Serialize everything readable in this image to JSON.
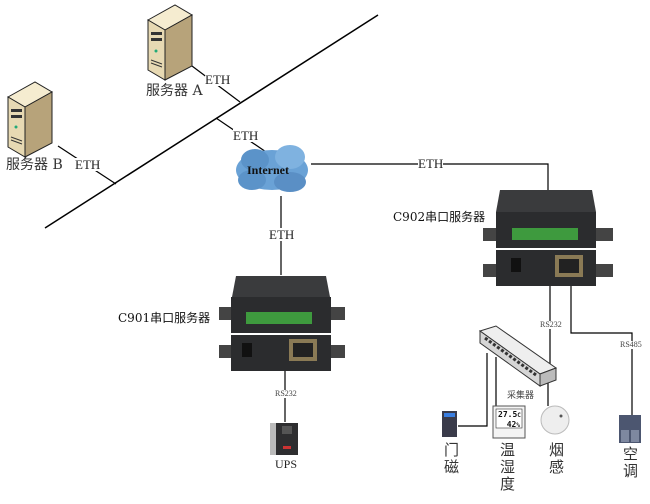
{
  "diagram": {
    "servers": [
      {
        "id": "server-a",
        "label": "服务器 A",
        "link": "ETH"
      },
      {
        "id": "server-b",
        "label": "服务器 B",
        "link": "ETH"
      }
    ],
    "backbone_link": "ETH",
    "internet": {
      "label": "Internet"
    },
    "internet_to_c901": "ETH",
    "internet_to_c902": "ETH",
    "c901": {
      "label": "C901串口服务器",
      "serial": "RS232",
      "device": "UPS"
    },
    "c902": {
      "label": "C902串口服务器",
      "serial_rs232": "RS232",
      "serial_rs485": "RS485",
      "collector": "采集器",
      "devices": [
        {
          "id": "door",
          "label": "门磁"
        },
        {
          "id": "temp-humidity",
          "label": "温湿度"
        },
        {
          "id": "smoke",
          "label": "烟感"
        },
        {
          "id": "aircon",
          "label": "空调"
        }
      ],
      "sensor_display": {
        "temp": "27.5",
        "temp_unit": "C",
        "humidity": "42",
        "humidity_unit": "%"
      }
    }
  },
  "colors": {
    "line": "#000000",
    "cloud": "#5b93c9",
    "device_body": "#2b2c2e",
    "terminal": "#3e9a3e",
    "server_body": "#e6d8b4"
  }
}
